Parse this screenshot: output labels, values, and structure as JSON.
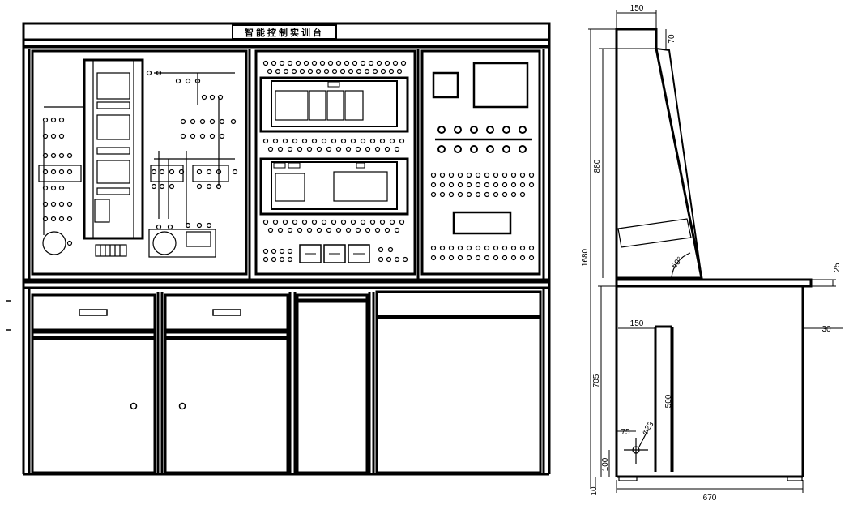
{
  "front_view": {
    "title": "智能控制实训台"
  },
  "side_view": {
    "dimensions": {
      "top_depth": "150",
      "top_offset": "70",
      "upper_height": "880",
      "total_height": "1680",
      "bottom_height": "705",
      "leg_height": "500",
      "worktop_thickness": "25",
      "overhang": "30",
      "inner_offset": "150",
      "hole_offset": "75",
      "hole_diameter": "φ23",
      "hole_height": "100",
      "foot_height": "10",
      "total_depth": "670",
      "angle": "60°"
    }
  }
}
